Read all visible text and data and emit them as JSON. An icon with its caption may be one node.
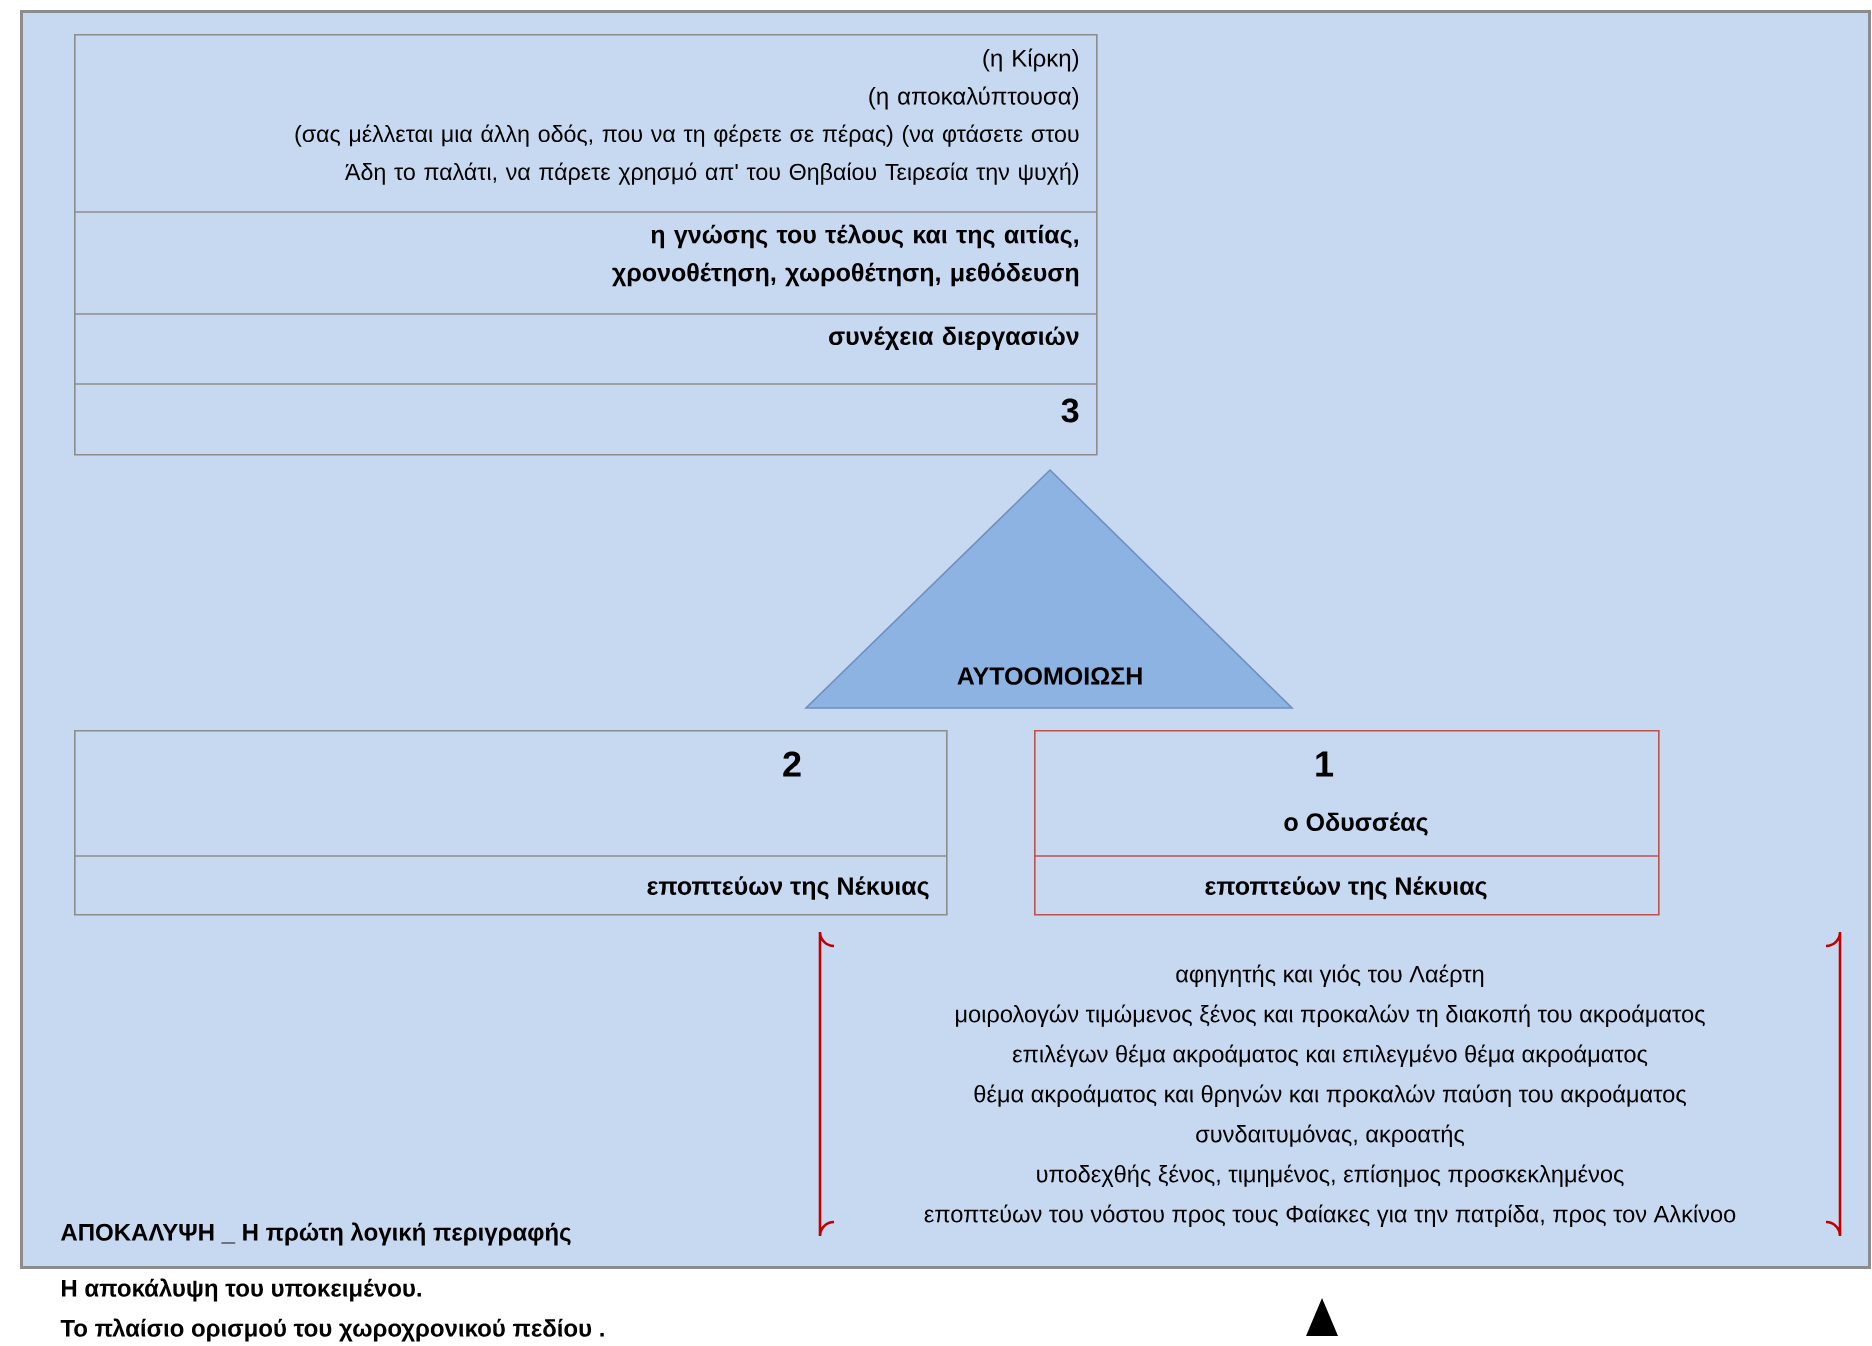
{
  "diagram": {
    "nodes": [
      {
        "text": [
          "ΑΠΟΚΑΛΥΨΗ _ Η πρώτη λογική περιγραφής"
        ]
      },
      {
        "text": [
          "(η Κίρκη)",
          "(η αποκαλύπτουσα)",
          "(σας μέλλεται μια άλλη οδός, που να τη φέρετε σε πέρας) (να φτάσετε στου Άδη το παλάτι, να πάρετε χρησμό απ' του Θηβαίου Τειρεσία την ψυχή)",
          "η γνώσης του τέλους και της αιτίας, χρονοθέτηση, χωροθέτηση, μεθόδευση",
          "συνέχεια διεργασιών",
          "3"
        ],
        "in": 0
      },
      {
        "text": [
          "ΑΥΤΟΟΜΟΙΩΣΗ"
        ],
        "in": 0
      },
      {
        "text": [
          "2",
          "εποπτεύων της Νέκυιας"
        ],
        "in": 0
      },
      {
        "text": [
          "1",
          "ο Οδυσσέας",
          "εποπτεύων της Νέκυιας"
        ],
        "in": 0
      },
      {
        "text": [
          "αφηγητής και γιός του Λαέρτη",
          "μοιρολογών τιμώμενος ξένος και προκαλών τη διακοπή του ακροάματος",
          "επιλέγων θέμα ακροάματος και επιλεγμένο θέμα ακροάματος",
          "θέμα ακροάματος και θρηνών και προκαλών παύση του ακροάματος",
          "συνδαιτυμόνας, ακροατής",
          "υποδεχθής ξένος, τιμημένος, επίσημος προσκεκλημένος",
          "εποπτεύων του νόστου προς τους Φαίακες για την πατρίδα, προς τον Αλκίνοο"
        ],
        "in": 0
      }
    ],
    "labels": [
      "Η αποκάλυψη του υποκειμένου.",
      "Το πλαίσιο ορισμού του χωροχρονικού πεδίου ."
    ]
  }
}
